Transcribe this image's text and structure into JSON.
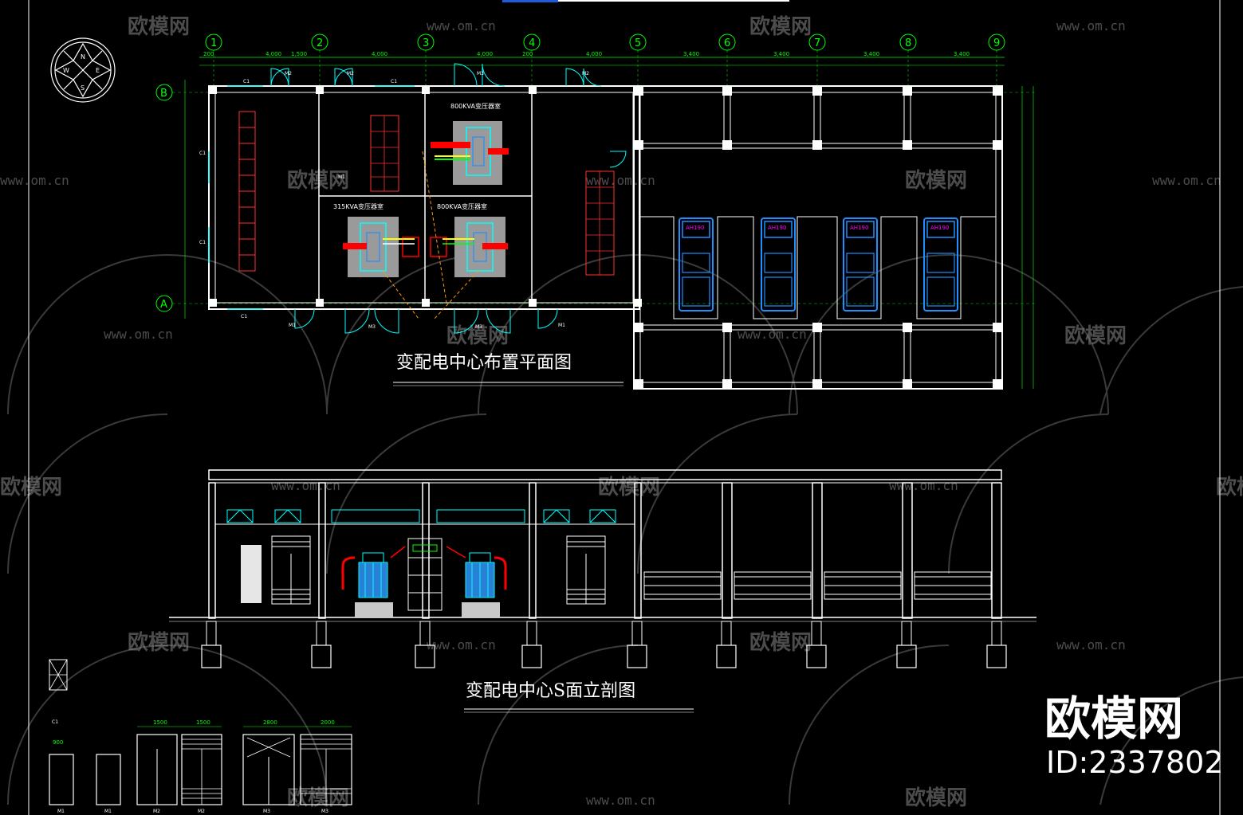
{
  "drawing": {
    "plan_title": "变配电中心布置平面图",
    "section_title": "变配电中心S面立剖图",
    "grid_columns": [
      "1",
      "2",
      "3",
      "4",
      "5",
      "6",
      "7",
      "8",
      "9"
    ],
    "grid_rows": [
      "B",
      "A"
    ],
    "compass": {
      "n": "N",
      "e": "E",
      "s": "S",
      "w": "W"
    },
    "room_labels": {
      "room_800_top": "800KVA变压器室",
      "room_315": "315KVA变压器室",
      "room_800_bottom": "800KVA变压器室"
    },
    "door_labels": {
      "m2_a": "M2",
      "m2_b": "M2",
      "m2_c": "M2",
      "m3_a": "M3",
      "m3_b": "M3",
      "m3_c": "M3",
      "m1_a": "M1",
      "m1_b": "M1",
      "m1_c": "M1"
    },
    "window_labels": {
      "c1_a": "C1",
      "c1_b": "C1",
      "c1_c": "C1",
      "c1_d": "C1",
      "c1_e": "C1"
    },
    "dims_top": [
      "200",
      "4,000",
      "1,500",
      "4,000",
      "4,000",
      "200",
      "4,000",
      "3,400",
      "3,400",
      "3,400",
      "3,400"
    ],
    "vehicle_labels": [
      "AH190",
      "AH190",
      "AH190",
      "AH190"
    ],
    "legend_labels": [
      "M1",
      "M1",
      "M2",
      "M2",
      "M3",
      "M3",
      "C1"
    ],
    "legend_dims": [
      "1500",
      "1500",
      "2800",
      "2000",
      "900"
    ]
  },
  "watermark": {
    "brand_cn": "欧模网",
    "url": "www.om.cn",
    "id_text": "ID:2337802"
  },
  "colors": {
    "background": "#000000",
    "wall": "#ffffff",
    "grid": "#00ff00",
    "equipment": "#00ffff",
    "cable": "#ff0000",
    "vehicle": "#1e90ff",
    "label_magenta": "#ff00ff"
  }
}
